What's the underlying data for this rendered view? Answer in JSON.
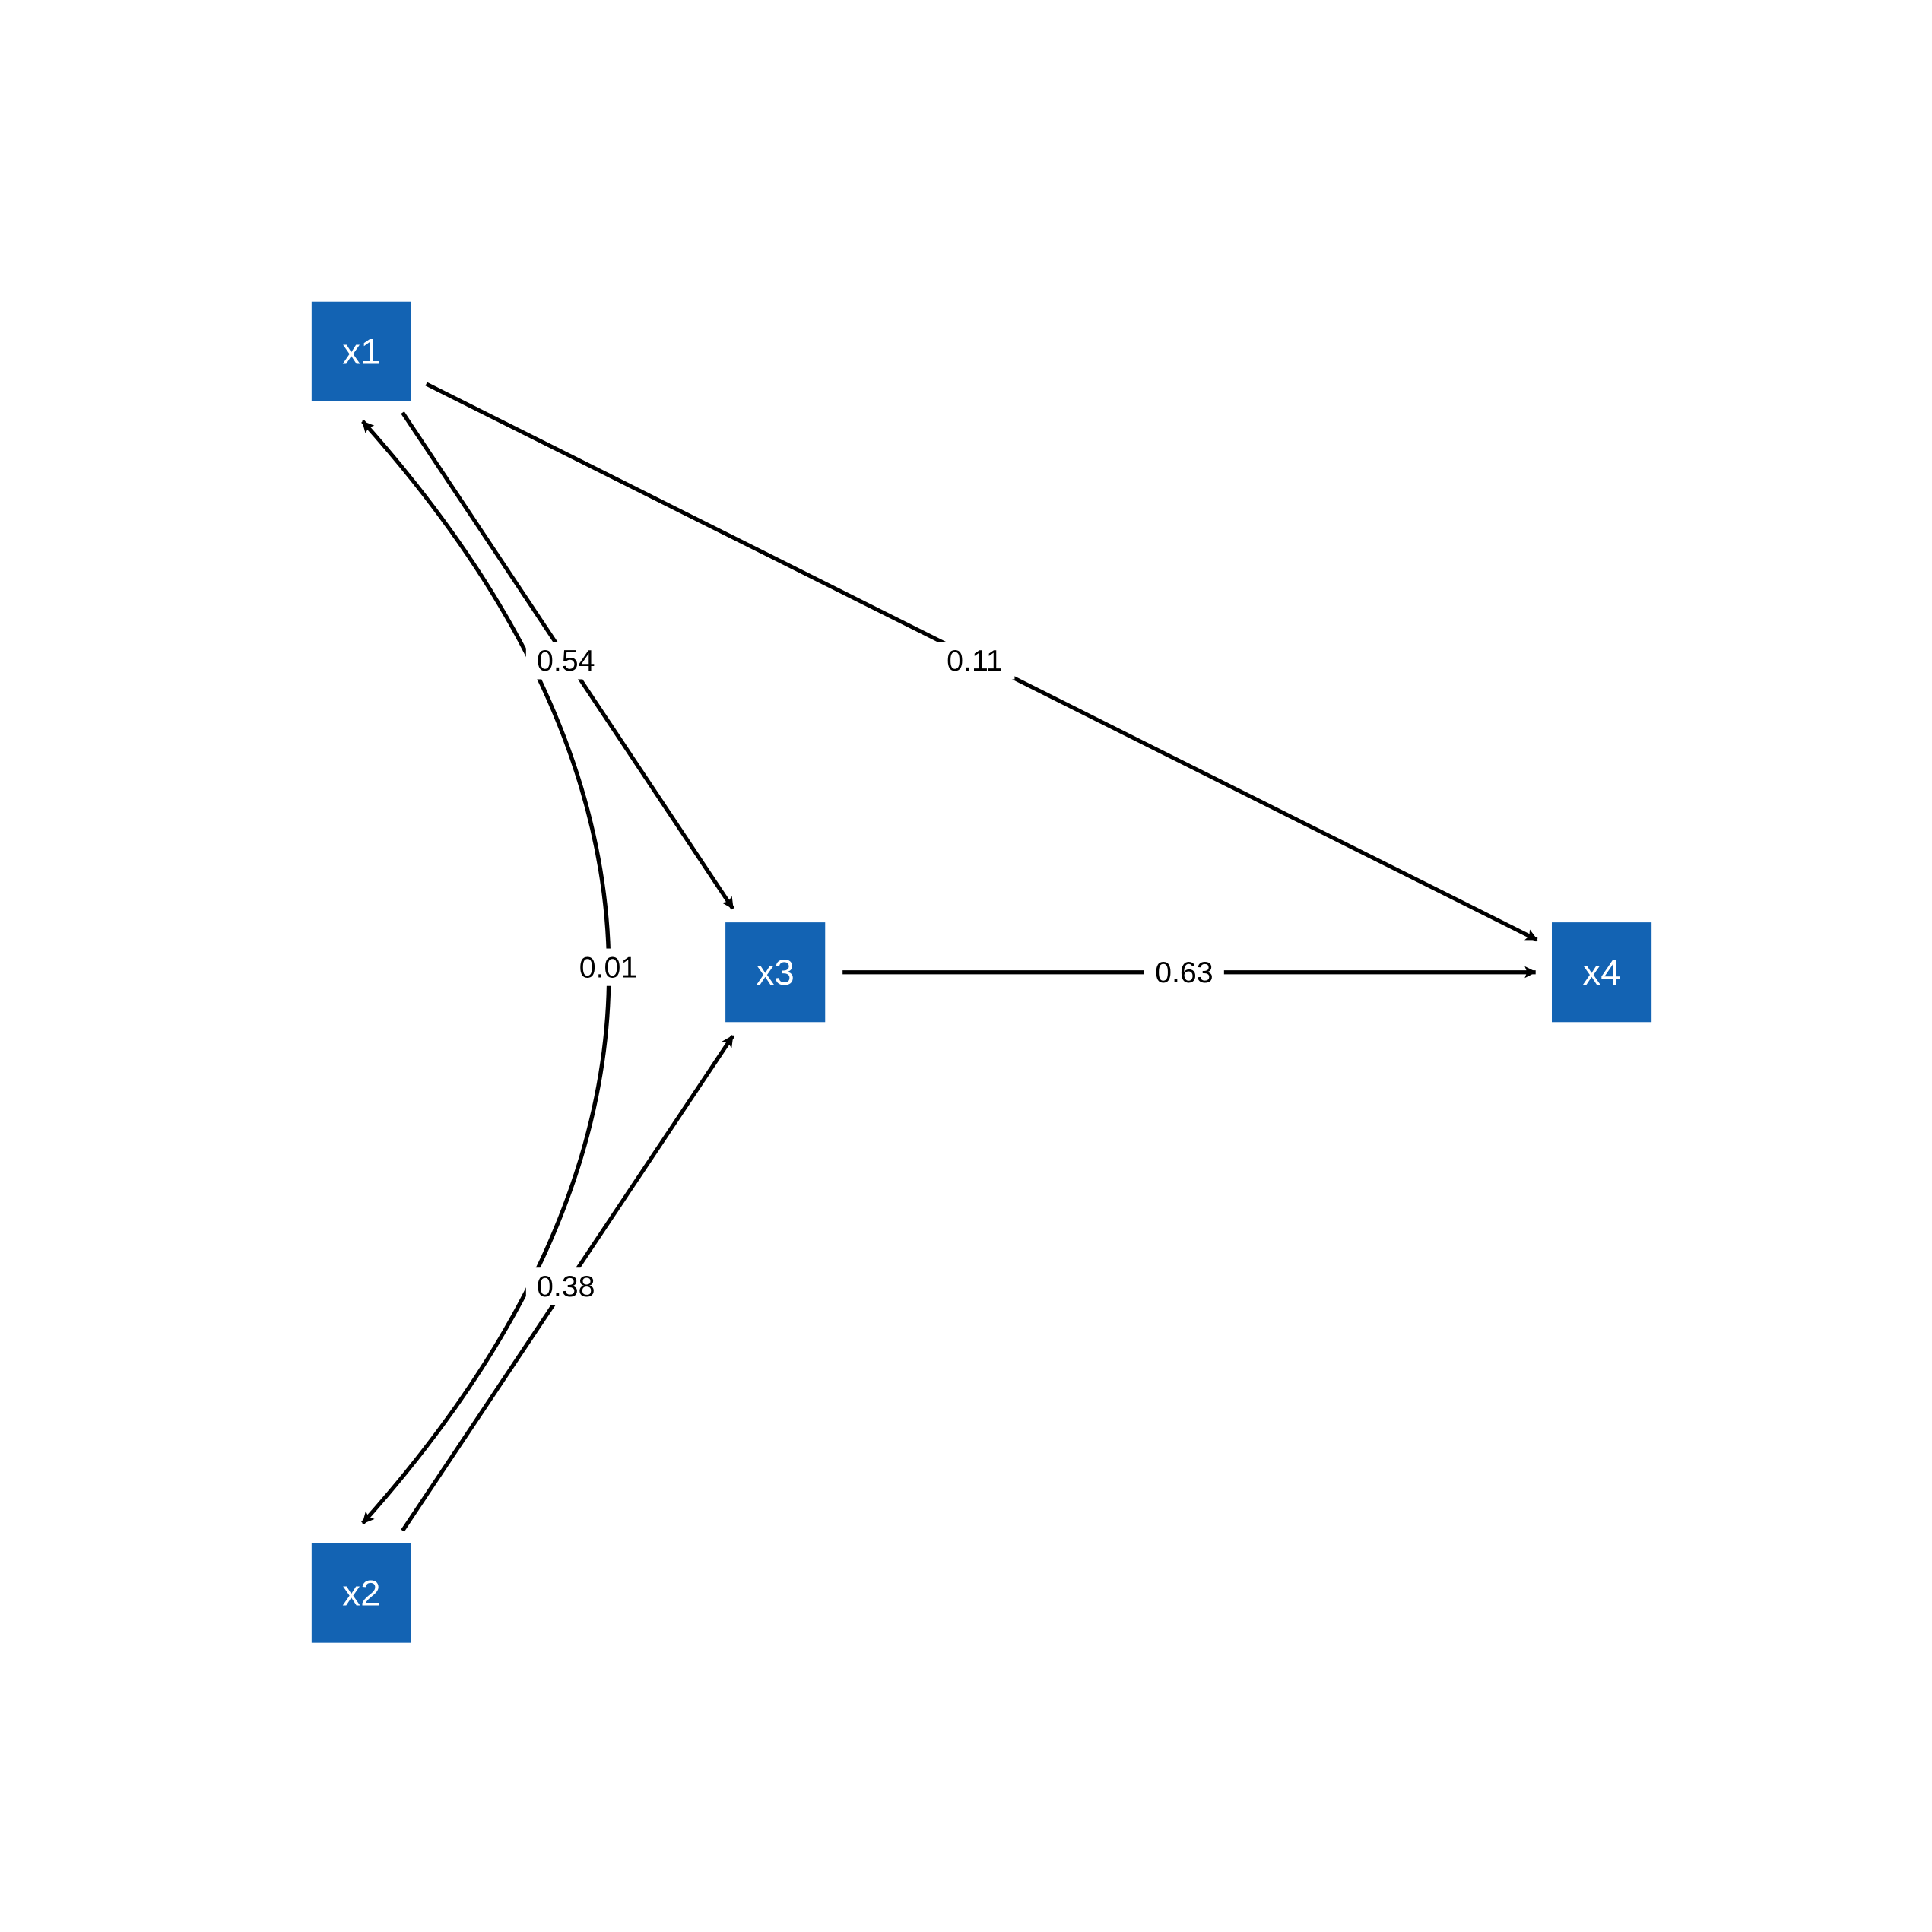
{
  "colors": {
    "node_fill": "#1363B3",
    "node_text": "#FFFFFF",
    "edge": "#000000",
    "label_bg": "#FFFFFF"
  },
  "nodes": [
    {
      "id": "x1",
      "label": "x1"
    },
    {
      "id": "x2",
      "label": "x2"
    },
    {
      "id": "x3",
      "label": "x3"
    },
    {
      "id": "x4",
      "label": "x4"
    }
  ],
  "edges": [
    {
      "from": "x1",
      "to": "x3",
      "value": "0.54",
      "type": "directed"
    },
    {
      "from": "x2",
      "to": "x3",
      "value": "0.38",
      "type": "directed"
    },
    {
      "from": "x1",
      "to": "x4",
      "value": "0.11",
      "type": "directed"
    },
    {
      "from": "x3",
      "to": "x4",
      "value": "0.63",
      "type": "directed"
    },
    {
      "from": "x1",
      "to": "x2",
      "value": "0.01",
      "type": "covariance"
    }
  ]
}
